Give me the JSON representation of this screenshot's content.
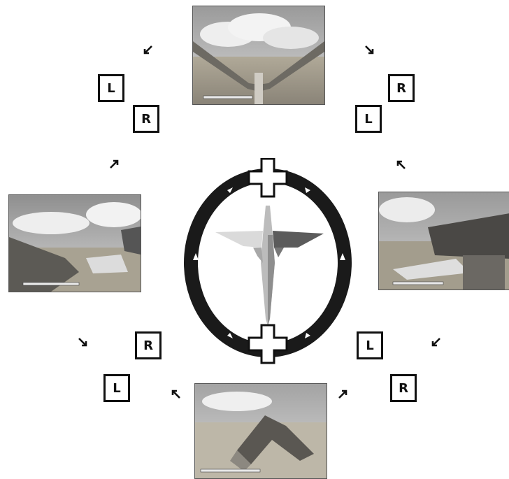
{
  "diagram": {
    "buttons": {
      "top_left_first": "L",
      "top_left_second": "R",
      "top_right_first": "R",
      "top_right_second": "L",
      "bottom_left_first": "R",
      "bottom_left_second": "L",
      "bottom_right_first": "L",
      "bottom_right_second": "R"
    },
    "icons": [
      "dpad-cross-icon",
      "dragon-icon",
      "triangle-marker-icon",
      "arrow-icon"
    ],
    "colors": {
      "ring": "#1a1a1a",
      "dragon_light": "#d8d8d8",
      "dragon_mid": "#9a9a9a",
      "dragon_dark": "#555555"
    }
  }
}
